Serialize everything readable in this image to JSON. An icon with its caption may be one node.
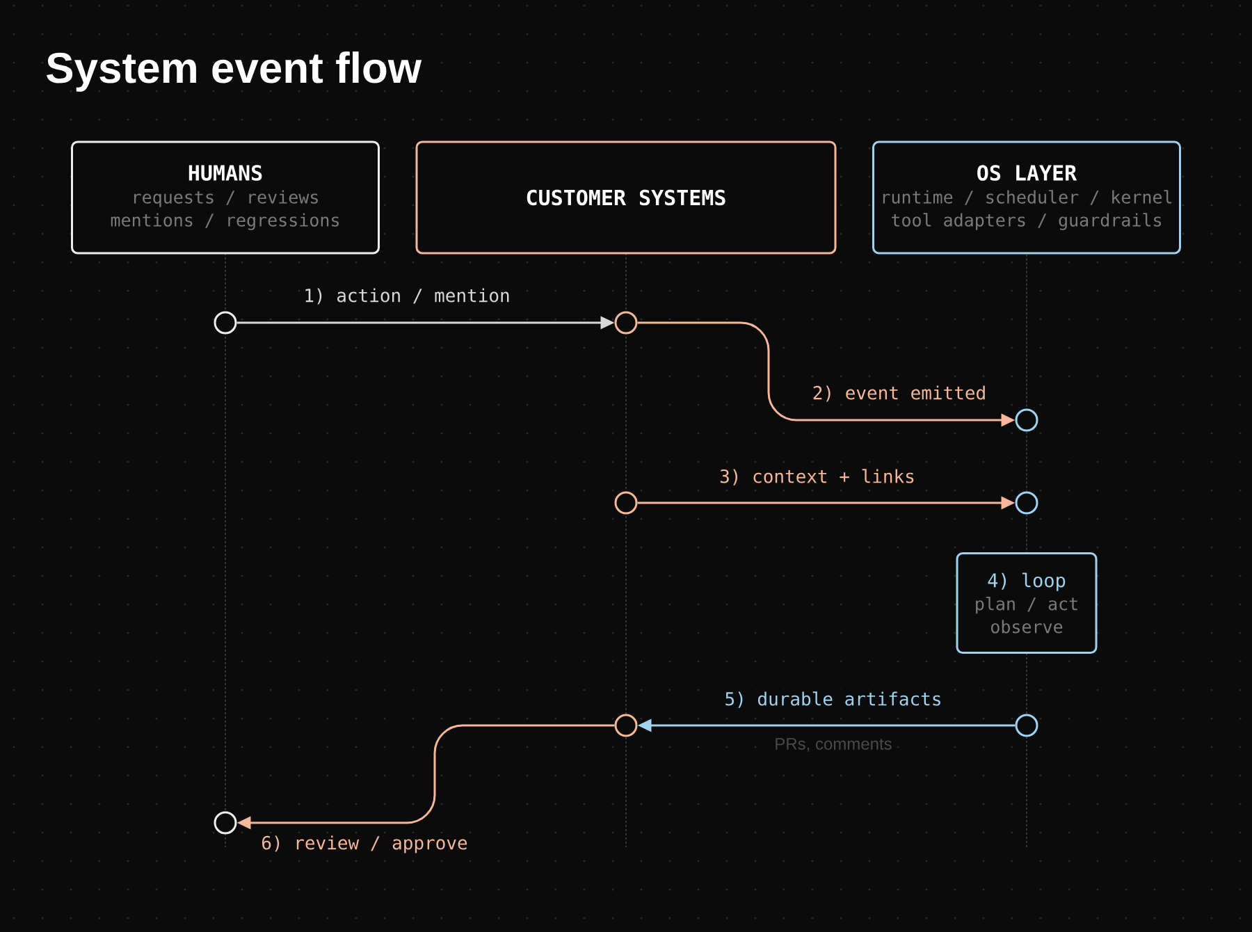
{
  "diagram": {
    "title": "System event flow",
    "nodes": [
      {
        "text": [
          "HUMANS",
          "requests / reviews mentions / regressions"
        ]
      },
      {
        "text": [
          "CUSTOMER SYSTEMS"
        ]
      },
      {
        "text": [
          "OS LAYER",
          "runtime / scheduler / kernel tool adapters / guardrails"
        ]
      },
      {
        "text": [
          "4) loop",
          "plan / act observe"
        ]
      },
      {
        "text": [],
        "shape": "circle"
      },
      {
        "text": [],
        "shape": "circle"
      },
      {
        "text": [],
        "shape": "circle"
      },
      {
        "text": [],
        "shape": "circle"
      },
      {
        "text": [],
        "shape": "circle"
      },
      {
        "text": [],
        "shape": "circle"
      },
      {
        "text": [],
        "shape": "circle"
      },
      {
        "text": [],
        "shape": "circle"
      }
    ],
    "edges": [
      {
        "from": 4,
        "to": 5,
        "arrow": "to",
        "label": "1) action / mention",
        "color": "#d9d9d9"
      },
      {
        "from": 5,
        "to": 6,
        "arrow": "to",
        "label": "2) event emitted"
      },
      {
        "from": 7,
        "to": 8,
        "arrow": "to",
        "label": "3) context + links"
      },
      {
        "from": 10,
        "to": 9,
        "arrow": "to",
        "label": "5) durable artifacts",
        "color": "#9fd3ef"
      },
      {
        "from": 9,
        "to": 11,
        "arrow": "to",
        "label": "6) review / approve"
      },
      {
        "from": 2,
        "to": 6,
        "arrow": "none",
        "style": "dashed",
        "color": "#555555"
      },
      {
        "from": 6,
        "to": 8,
        "arrow": "none",
        "style": "dashed",
        "color": "#555555"
      },
      {
        "from": 8,
        "to": 3,
        "arrow": "none",
        "style": "dashed",
        "color": "#555555"
      }
    ],
    "labels": [
      "PRs, comments"
    ]
  }
}
